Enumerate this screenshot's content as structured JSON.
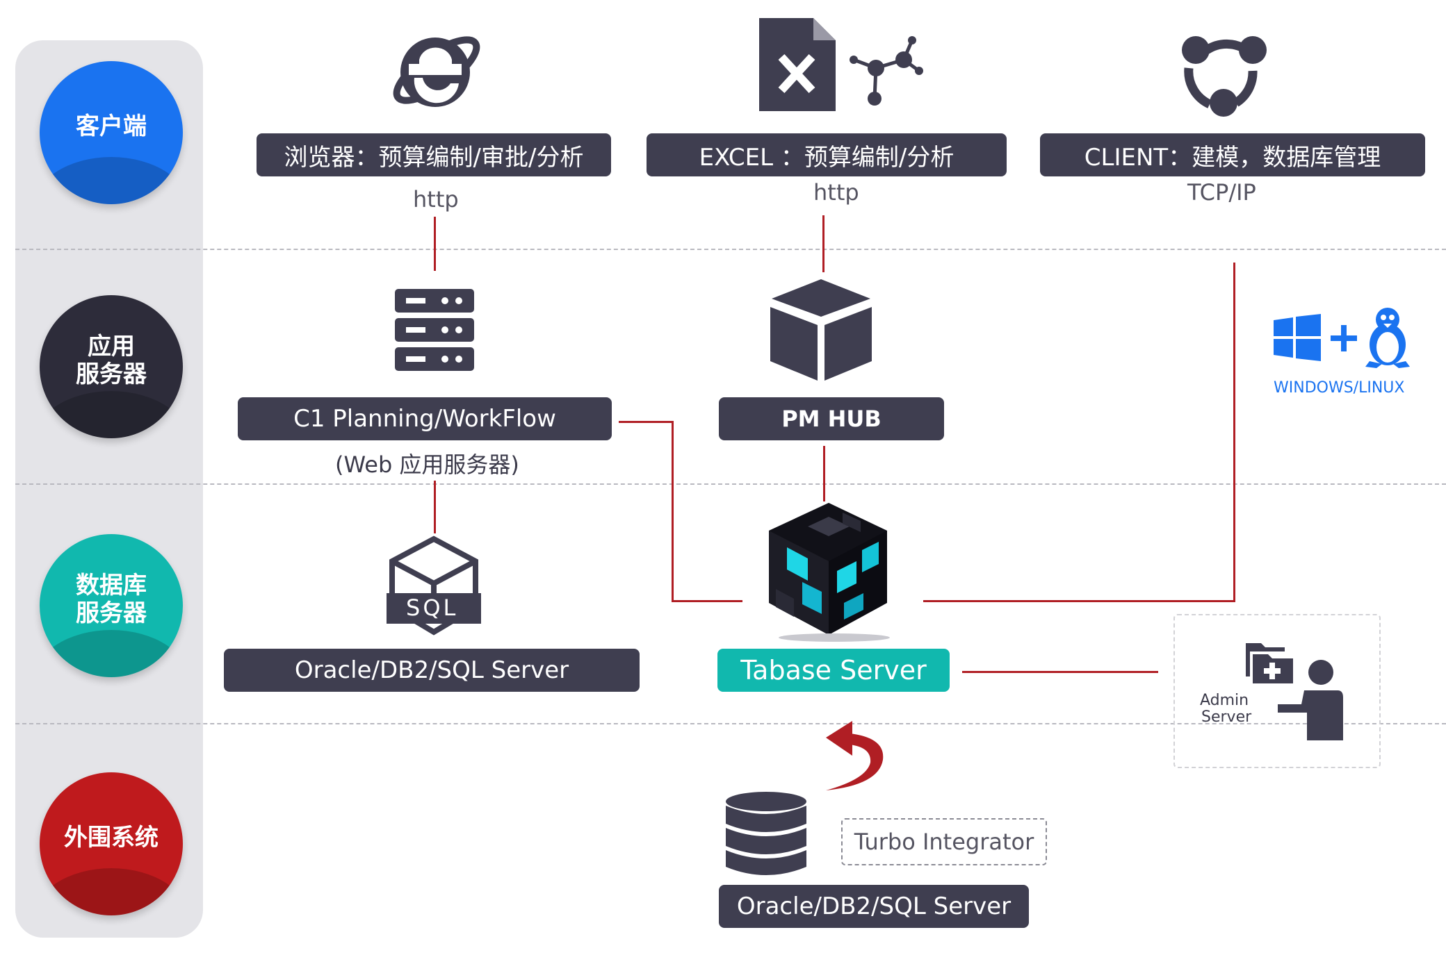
{
  "tiers": [
    {
      "label": "客户端",
      "color": "#1a73f0"
    },
    {
      "label": "应用\n服务器",
      "color": "#2d2c3a"
    },
    {
      "label": "数据库\n服务器",
      "color": "#11b8ae"
    },
    {
      "label": "外围系统",
      "color": "#bf1a1d"
    }
  ],
  "clients": {
    "browser_label": "浏览器：预算编制/审批/分析",
    "browser_protocol": "http",
    "excel_label": "EXCEL ：预算编制/分析",
    "excel_protocol": "http",
    "client_label": "CLIENT：建模，数据库管理",
    "client_protocol": "TCP/IP"
  },
  "app_servers": {
    "planning_label": "C1 Planning/WorkFlow",
    "planning_sub": "(Web 应用服务器)",
    "hub_label": "PM HUB",
    "os_label": "WINDOWS/LINUX"
  },
  "db_servers": {
    "sql_icon_text": "SQL",
    "rdb_label": "Oracle/DB2/SQL Server",
    "tabase_label": "Tabase Server",
    "admin_label_1": "Admin",
    "admin_label_2": "Server"
  },
  "external": {
    "ti_label": "Turbo Integrator",
    "ext_db_label": "Oracle/DB2/SQL Server"
  },
  "colors": {
    "pill": "#3f3e50",
    "accent_red": "#b01e24",
    "tabase_teal": "#11b8ae",
    "os_blue": "#1a73f0"
  }
}
